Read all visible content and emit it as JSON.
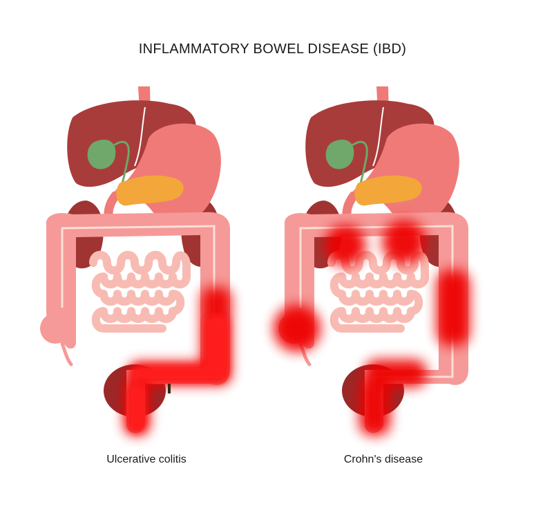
{
  "title": "INFLAMMATORY BOWEL DISEASE (IBD)",
  "panels": [
    {
      "label": "Ulcerative colitis"
    },
    {
      "label": "Crohn's disease"
    }
  ],
  "colors": {
    "liver": "#a83c3a",
    "kidney": "#9f3433",
    "stomach": "#f07a78",
    "esophagus": "#ef7a78",
    "gallbladder": "#6fa86a",
    "pancreas": "#f3a63a",
    "colon": "#f59a98",
    "small_intestine": "#f8bbb3",
    "inflammation": "#ee0000",
    "bladder": "#9a2828"
  }
}
